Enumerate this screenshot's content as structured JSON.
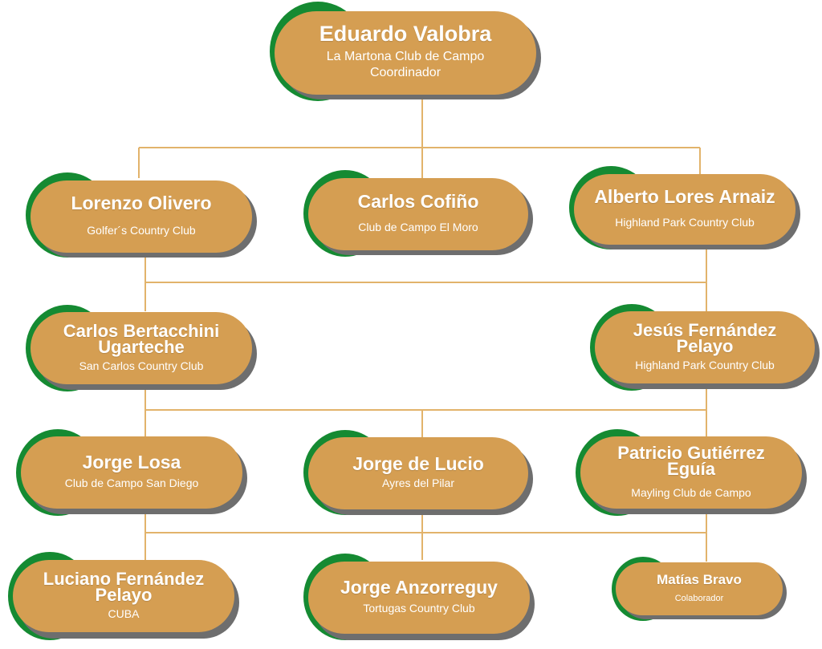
{
  "colors": {
    "pill": "#d59e52",
    "arc": "#158a32",
    "shadow": "#6e6e6e",
    "line": "#e2b36b"
  },
  "nodes": {
    "valobra": {
      "name": "Eduardo Valobra",
      "club": "La Martona Club de Campo",
      "role": "Coordinador"
    },
    "olivero": {
      "name": "Lorenzo Olivero",
      "club": "Golfer´s Country Club"
    },
    "cofino": {
      "name": "Carlos Cofiño",
      "club": "Club de Campo El Moro"
    },
    "lores": {
      "name": "Alberto Lores Arnaiz",
      "club": "Highland Park Country Club"
    },
    "bertacchini": {
      "name": "Carlos Bertacchini Ugarteche",
      "club": "San Carlos Country Club"
    },
    "fernandez": {
      "name": "Jesús Fernández Pelayo",
      "club": "Highland Park Country Club"
    },
    "losa": {
      "name": "Jorge Losa",
      "club": "Club de Campo San Diego"
    },
    "delucio": {
      "name": "Jorge de Lucio",
      "club": "Ayres del Pilar"
    },
    "gutierrez": {
      "name": "Patricio Gutiérrez Eguía",
      "club": "Mayling Club de Campo"
    },
    "luciano": {
      "name": "Luciano Fernández Pelayo",
      "club": "CUBA"
    },
    "anzorreguy": {
      "name": "Jorge Anzorreguy",
      "club": "Tortugas Country Club"
    },
    "bravo": {
      "name": "Matías Bravo",
      "club": "Colaborador"
    }
  }
}
